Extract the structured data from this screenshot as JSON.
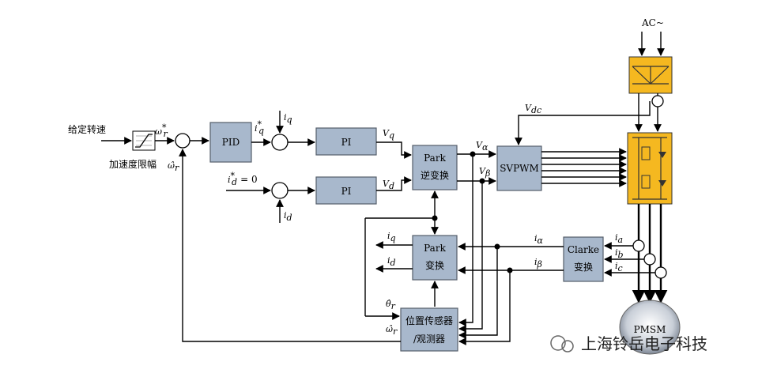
{
  "inputs": {
    "speed_ref": "给定转速",
    "accel_limit": "加速度限幅",
    "omega_ref": "ω",
    "omega_ref_sup": "*",
    "omega_ref_sub": "r",
    "omega_fb": "ω̂",
    "omega_fb_sub": "r",
    "id_ref": "i",
    "id_ref_sup": "*",
    "id_ref_sub": "d",
    "id_ref_eq": "= 0",
    "ac_label": "AC~"
  },
  "blocks": {
    "pid": "PID",
    "pi_q": "PI",
    "pi_d": "PI",
    "park_inv_line1": "Park",
    "park_inv_line2": "逆变换",
    "svpwm": "SVPWM",
    "park_line1": "Park",
    "park_line2": "变换",
    "clarke_line1": "Clarke",
    "clarke_line2": "变换",
    "observer_line1": "位置传感器",
    "observer_line2": "/观测器",
    "motor": "PMSM"
  },
  "signals": {
    "iq_star": "i",
    "iq_star_sup": "*",
    "iq_star_sub": "q",
    "iq_fb": "i",
    "iq_fb_sub": "q",
    "id_fb": "i",
    "id_fb_sub": "d",
    "vq": "V",
    "vq_sub": "q",
    "vd": "V",
    "vd_sub": "d",
    "valpha": "V",
    "valpha_sub": "α",
    "vbeta": "V",
    "vbeta_sub": "β",
    "vdc": "V",
    "vdc_sub": "dc",
    "park_iq": "i",
    "park_iq_sub": "q",
    "park_id": "i",
    "park_id_sub": "d",
    "ialpha": "i",
    "ialpha_sub": "α",
    "ibeta": "i",
    "ibeta_sub": "β",
    "ia": "i",
    "ia_sub": "a",
    "ib": "i",
    "ib_sub": "b",
    "ic": "i",
    "ic_sub": "c",
    "theta": "θ̂",
    "theta_sub": "r",
    "omega_est": "ω̂",
    "omega_est_sub": "r"
  },
  "watermark": "上海铃岳电子科技",
  "colors": {
    "block_fill": "#a8b8cc",
    "power_fill": "#f5b820",
    "motor_fill": "#c8ced8"
  }
}
